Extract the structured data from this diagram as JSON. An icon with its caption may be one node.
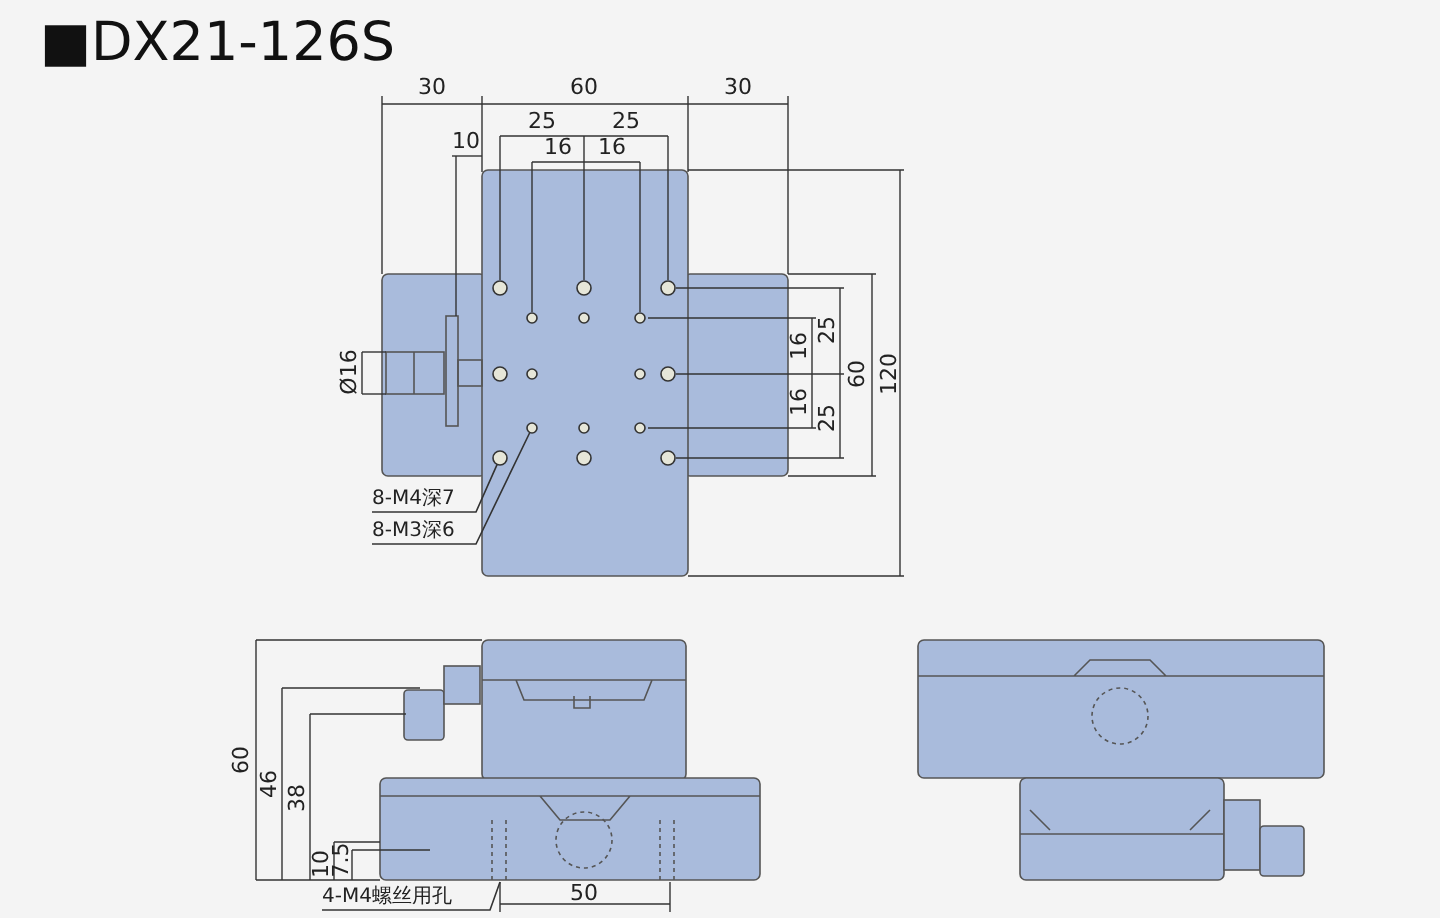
{
  "diagram": {
    "title": "■DX21-126S",
    "nodes": [
      {
        "text": [
          "8-M4深7"
        ]
      },
      {
        "text": [
          "8-M3深6"
        ]
      },
      {
        "text": [
          "4-M4螺丝用孔"
        ]
      },
      {
        "text": [],
        "shape": "circle"
      },
      {
        "text": [],
        "shape": "circle"
      }
    ],
    "edges": [
      {
        "from": 0,
        "to": 3,
        "arrow": "none"
      },
      {
        "from": 1,
        "to": 4,
        "arrow": "none"
      },
      {
        "from": 2,
        "to": null,
        "arrow": "none"
      }
    ],
    "labels": [
      "30",
      "60",
      "30",
      "10",
      "25",
      "25",
      "16",
      "16",
      "Ø16",
      "25",
      "16",
      "16",
      "25",
      "60",
      "120",
      "60",
      "46",
      "38",
      "10",
      "7.5",
      "50"
    ]
  }
}
